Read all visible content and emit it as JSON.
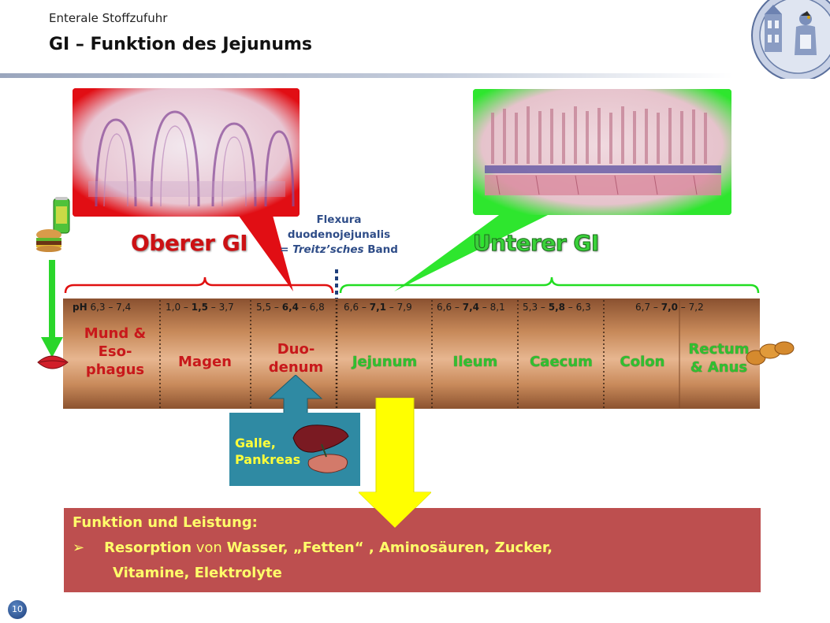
{
  "header": {
    "subtitle": "Enterale Stoffzufuhr",
    "title": "GI – Funktion des Jejunums"
  },
  "labels": {
    "oberer": "Oberer GI",
    "unterer": "Unterer GI",
    "flexura_line1": "Flexura",
    "flexura_line2": "duodenojejunalis",
    "flexura_eq": "= ",
    "flexura_italic": "Treitz’sches",
    "flexura_band": " Band"
  },
  "ph": {
    "prefix": "pH",
    "values": [
      {
        "a": "6,3 – 7,4",
        "b": "",
        "c": ""
      },
      {
        "a": "1,0 – ",
        "b": "1,5",
        "c": " – 3,7"
      },
      {
        "a": "5,5 – ",
        "b": "6,4",
        "c": " – 6,8"
      },
      {
        "a": "6,6 – ",
        "b": "7,1",
        "c": " – 7,9"
      },
      {
        "a": "6,6 – ",
        "b": "7,4",
        "c": " – 8,1"
      },
      {
        "a": "5,3 – ",
        "b": "5,8",
        "c": " – 6,3"
      },
      {
        "a": "6,7 – ",
        "b": "7,0",
        "c": " – 7,2"
      }
    ]
  },
  "segments": [
    {
      "l1": "Mund &",
      "l2": "Eso-",
      "l3": "phagus"
    },
    {
      "l1": "Magen"
    },
    {
      "l1": "Duo-",
      "l2": "denum"
    },
    {
      "l1": "Jejunum"
    },
    {
      "l1": "Ileum"
    },
    {
      "l1": "Caecum"
    },
    {
      "l1": "Colon"
    },
    {
      "l1": "Rectum",
      "l2": "& Anus"
    }
  ],
  "galle": {
    "l1": "Galle,",
    "l2": "Pankreas"
  },
  "funktion": {
    "title": "Funktion und Leistung:",
    "bullet": "➢",
    "resorption": "Resorption",
    "von": " von ",
    "line1_rest": "Wasser, „Fetten“ , Aminosäuren, Zucker,",
    "line2": "Vitamine, Elektrolyte"
  },
  "page_number": "10",
  "colors": {
    "oberer": "#cc1114",
    "unterer": "#3ad13a",
    "funktion_bg": "#bd4f4f",
    "funktion_text": "#ffff6a",
    "galle_bg": "#2f8aa3",
    "arrow_yellow": "#ffff00"
  }
}
